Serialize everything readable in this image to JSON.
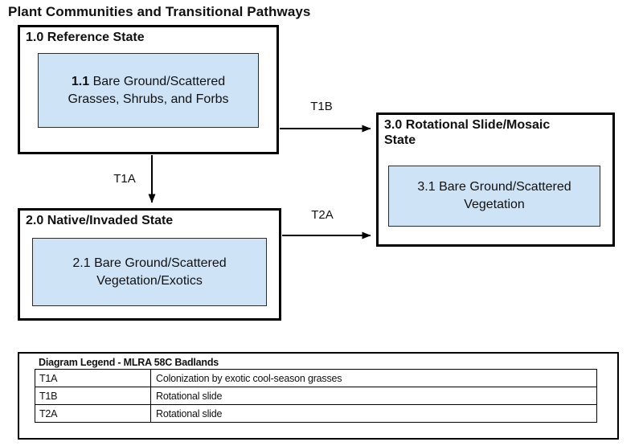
{
  "title": "Plant Communities and Transitional Pathways",
  "colors": {
    "community_fill": "#CFE3F7",
    "box_border": "#000000",
    "text": "#111111"
  },
  "states": [
    {
      "title_lines": [
        "1.0 Reference State"
      ],
      "community": {
        "number": "1.1",
        "line1": "Bare Ground/Scattered",
        "line2": "Grasses, Shrubs, and Forbs"
      }
    },
    {
      "title_lines": [
        "2.0 Native/Invaded State"
      ],
      "community": {
        "number": "2.1",
        "line1": "Bare Ground/Scattered",
        "line2": "Vegetation/Exotics"
      }
    },
    {
      "title_lines": [
        "3.0 Rotational Slide/Mosaic",
        "State"
      ],
      "community": {
        "number": "3.1",
        "line1": "Bare Ground/Scattered",
        "line2": "Vegetation"
      }
    }
  ],
  "transitions": [
    {
      "label": "T1A"
    },
    {
      "label": "T1B"
    },
    {
      "label": "T2A"
    }
  ],
  "legend": {
    "header": "Diagram Legend - MLRA 58C Badlands",
    "rows": [
      {
        "code": "T1A",
        "description": "Colonization by exotic cool-season grasses"
      },
      {
        "code": "T1B",
        "description": "Rotational slide"
      },
      {
        "code": "T2A",
        "description": "Rotational slide"
      }
    ]
  }
}
